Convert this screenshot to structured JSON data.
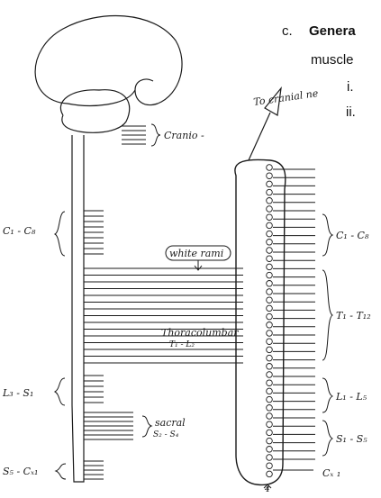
{
  "document": {
    "list_marker_c": "c.",
    "heading_fragment": "Genera",
    "line2_fragment": "muscle",
    "list_marker_i": "i.",
    "list_marker_ii": "ii."
  },
  "diagram": {
    "top_arrow_label": "To cranial ne",
    "left_labels": {
      "cranio": "Cranio -",
      "c1_c8": "C₁ - C₈",
      "l3_s1": "L₃ - S₁",
      "s5_cx1": "S₅ - Cₓ₁"
    },
    "white_rami": "white rami",
    "thoracolumbar": "Thoracolumbar",
    "thoracolumbar_sub": "T₁ - L₂",
    "sacral": "sacral",
    "sacral_sub": "S₂ - S₄",
    "right_labels": {
      "c1_c8": "C₁ - C₈",
      "t1_t12": "T₁ - T₁₂",
      "l1_l5": "L₁ - L₅",
      "s1_s5": "S₁ - S₅",
      "cx1": "Cₓ ₁"
    },
    "small_number": "4"
  }
}
